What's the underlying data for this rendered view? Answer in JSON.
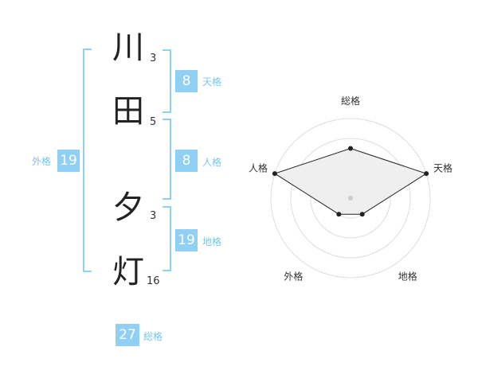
{
  "name": {
    "characters": [
      {
        "char": "川",
        "strokes": "3"
      },
      {
        "char": "田",
        "strokes": "5"
      },
      {
        "char": "夕",
        "strokes": "3"
      },
      {
        "char": "灯",
        "strokes": "16"
      }
    ]
  },
  "fortune": {
    "tenkaku": {
      "value": "8",
      "label": "天格"
    },
    "jinkaku": {
      "value": "8",
      "label": "人格"
    },
    "chikaku": {
      "value": "19",
      "label": "地格"
    },
    "gaikaku": {
      "value": "19",
      "label": "外格"
    },
    "soukaku": {
      "value": "27",
      "label": "総格"
    }
  },
  "colors": {
    "accent": "#8fd0f4",
    "label": "#7ac4ee",
    "text": "#222222"
  },
  "chart_data": {
    "type": "radar",
    "axes": [
      "総格",
      "天格",
      "地格",
      "外格",
      "人格"
    ],
    "values": [
      2.5,
      4,
      1,
      1,
      4
    ],
    "range": [
      0,
      4
    ],
    "rings": 4
  }
}
